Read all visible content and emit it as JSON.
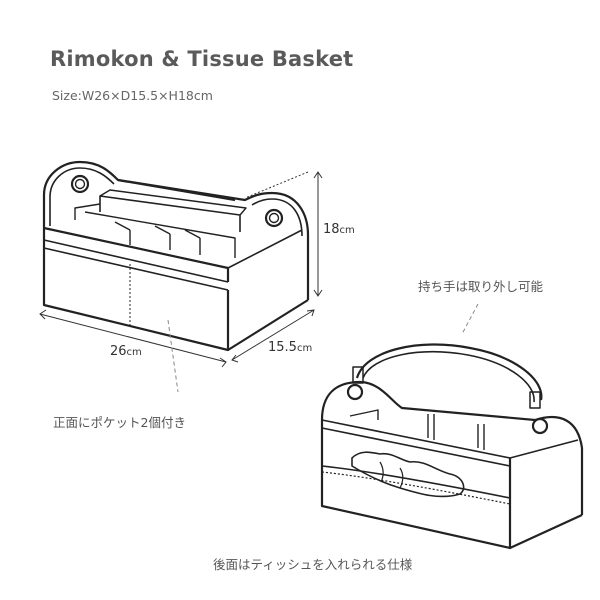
{
  "header": {
    "title": "Rimokon & Tissue Basket",
    "size": "Size:W26×D15.5×H18cm"
  },
  "front_view": {
    "dimensions": {
      "width": {
        "value": "26",
        "unit": "cm"
      },
      "depth": {
        "value": "15.5",
        "unit": "cm"
      },
      "height": {
        "value": "18",
        "unit": "cm"
      }
    },
    "caption": "正面にポケット2個付き"
  },
  "back_view": {
    "handle_caption": "持ち手は取り外し可能",
    "caption": "後面はティッシュを入れられる仕様"
  },
  "colors": {
    "line": "#222222",
    "text": "#555555",
    "title": "#5a5a5a"
  }
}
